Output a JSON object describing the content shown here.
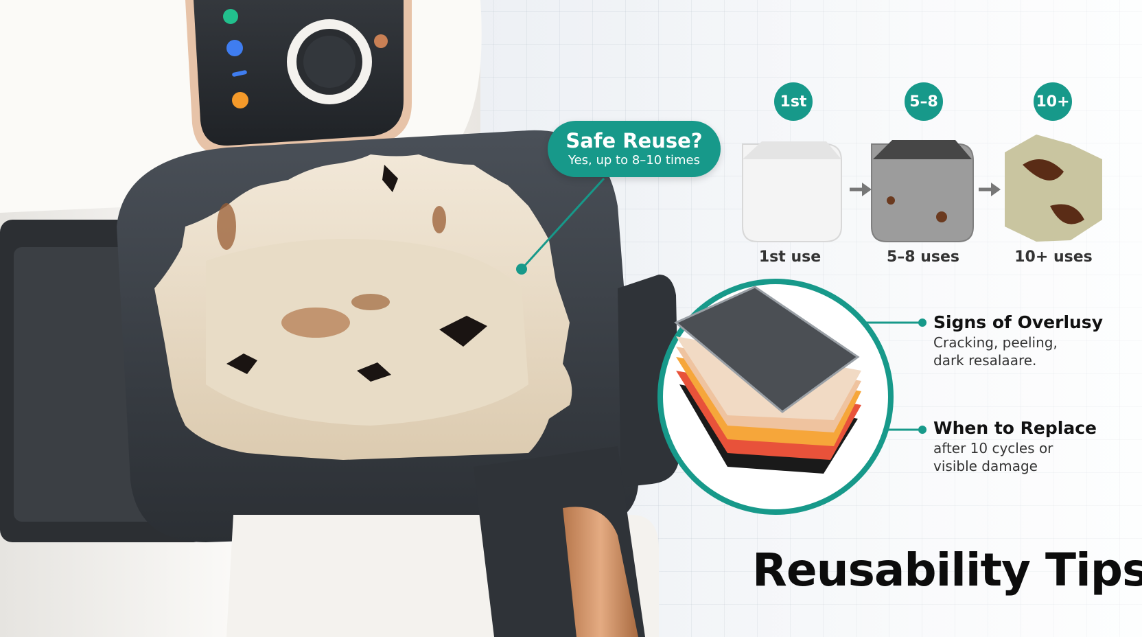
{
  "callout_bubble": {
    "title": "Safe Reuse?",
    "subtitle": "Yes, up to 8–10 times"
  },
  "stages": [
    {
      "badge": "1st",
      "label": "1st use"
    },
    {
      "badge": "5–8",
      "label": "5–8 uses"
    },
    {
      "badge": "10+",
      "label": "10+ uses"
    }
  ],
  "callouts": [
    {
      "heading": "Signs of Overlusy",
      "body": "Cracking, peeling,\ndark resalaare."
    },
    {
      "heading": "When to Replace",
      "body": "after 10 cycles or\nvisible damage"
    }
  ],
  "title": "Reusability Tips",
  "colors": {
    "accent": "#17998a",
    "appliance": "#f4f2ee",
    "basket": "#3a3f45",
    "liner": "#eadfcc",
    "stain": "#8a4d24",
    "handle_accent": "#d08d5f"
  },
  "icons": [
    "arrow-right-icon",
    "dial-icon"
  ]
}
